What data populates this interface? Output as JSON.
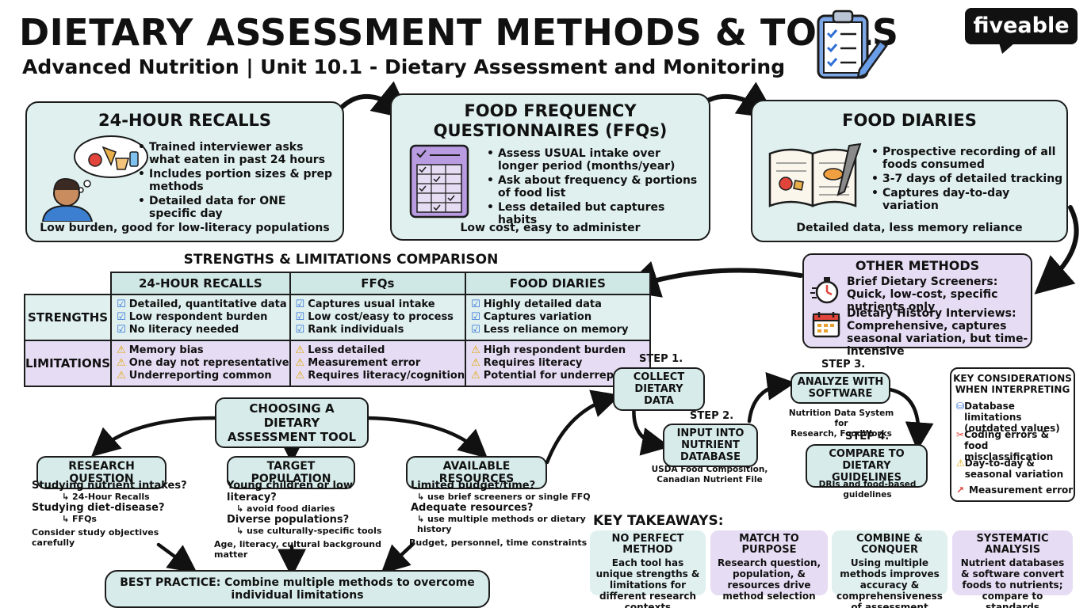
{
  "header": {
    "title": "DIETARY ASSESSMENT METHODS & TOOLS",
    "subtitle": "Advanced Nutrition | Unit 10.1 - Dietary Assessment and Monitoring",
    "brand": "fiveable",
    "icon": "clipboard-icon"
  },
  "methods": {
    "recalls": {
      "title": "24-HOUR RECALLS",
      "bullets": [
        "Trained interviewer asks what eaten in past 24 hours",
        "Includes portion sizes & prep methods",
        "Detailed data for ONE specific day"
      ],
      "footer": "Low burden, good for low-literacy populations"
    },
    "ffq": {
      "title_line1": "FOOD FREQUENCY",
      "title_line2": "QUESTIONNAIRES (FFQs)",
      "bullets": [
        "Assess USUAL intake over longer period (months/year)",
        "Ask about frequency & portions of food list",
        "Less detailed but captures habits"
      ],
      "footer": "Low cost, easy to administer"
    },
    "diaries": {
      "title": "FOOD DIARIES",
      "bullets": [
        "Prospective recording of all foods consumed",
        "3-7 days of detailed tracking",
        "Captures day-to-day variation"
      ],
      "footer": "Detailed data, less memory reliance"
    }
  },
  "other": {
    "title": "OTHER METHODS",
    "item1": "Brief Dietary Screeners: Quick, low-cost, specific nutrients only",
    "item2": "Dietary History Interviews: Comprehensive, captures seasonal variation, but time-intensive"
  },
  "comparison": {
    "title": "STRENGTHS & LIMITATIONS COMPARISON",
    "columns": [
      "24-HOUR RECALLS",
      "FFQs",
      "FOOD DIARIES"
    ],
    "strengths_label": "STRENGTHS",
    "limitations_label": "LIMITATIONS",
    "strengths": [
      [
        "Detailed, quantitative data",
        "Low respondent burden",
        "No literacy needed"
      ],
      [
        "Captures usual intake",
        "Low cost/easy to process",
        "Rank individuals"
      ],
      [
        "Highly detailed data",
        "Captures variation",
        "Less reliance on memory"
      ]
    ],
    "limitations": [
      [
        "Memory bias",
        "One day not representative",
        "Underreporting common"
      ],
      [
        "Less detailed",
        "Measurement error",
        "Requires literacy/cognition"
      ],
      [
        "High respondent burden",
        "Requires literacy",
        "Potential for underreporting"
      ]
    ]
  },
  "choosing": {
    "title_line1": "CHOOSING A DIETARY",
    "title_line2": "ASSESSMENT TOOL",
    "research": {
      "title": "RESEARCH QUESTION",
      "q1": "Studying nutrient intakes?",
      "a1": "24-Hour Recalls",
      "q2": "Studying diet-disease?",
      "a2": "FFQs",
      "note": "Consider study objectives carefully"
    },
    "population": {
      "title": "TARGET POPULATION",
      "q1": "Young children or low literacy?",
      "a1": "avoid food diaries",
      "q2": "Diverse populations?",
      "a2": "use culturally-specific tools",
      "note": "Age, literacy, cultural background matter"
    },
    "resources": {
      "title": "AVAILABLE RESOURCES",
      "q1": "Limited budget/time?",
      "a1": "use brief screeners or single FFQ",
      "q2": "Adequate resources?",
      "a2": "use multiple methods or dietary history",
      "note": "Budget, personnel, time constraints"
    },
    "best_practice": "BEST PRACTICE: Combine multiple methods to overcome individual limitations"
  },
  "steps": {
    "s1": {
      "label": "STEP 1.",
      "box_line1": "COLLECT",
      "box_line2": "DIETARY DATA"
    },
    "s2": {
      "label": "STEP 2.",
      "box_line1": "INPUT INTO",
      "box_line2": "NUTRIENT",
      "box_line3": "DATABASE",
      "note_line1": "USDA Food Composition,",
      "note_line2": "Canadian Nutrient File"
    },
    "s3": {
      "label": "STEP 3.",
      "box_line1": "ANALYZE WITH",
      "box_line2": "SOFTWARE",
      "note_line1": "Nutrition Data System for",
      "note_line2": "Research, FoodWorks"
    },
    "s4": {
      "label": "STEP 4.",
      "box_line1": "COMPARE TO",
      "box_line2": "DIETARY GUIDELINES",
      "note": "DRIs and food-based guidelines"
    }
  },
  "considerations": {
    "title_line1": "KEY CONSIDERATIONS",
    "title_line2": "WHEN INTERPRETING",
    "items": [
      "Database limitations (outdated values)",
      "Coding errors & food misclassification",
      "Day-to-day & seasonal variation",
      "Measurement error"
    ]
  },
  "takeaways": {
    "title": "KEY TAKEAWAYS:",
    "cards": [
      {
        "title": "NO PERFECT METHOD",
        "body": "Each tool has unique strengths & limitations for different research contexts"
      },
      {
        "title": "MATCH TO PURPOSE",
        "body": "Research question, population, & resources drive method selection"
      },
      {
        "title": "COMBINE & CONQUER",
        "body": "Using multiple methods improves accuracy & comprehensiveness of assessment"
      },
      {
        "title": "SYSTEMATIC ANALYSIS",
        "body": "Nutrient databases & software convert foods to nutrients; compare to standards"
      }
    ]
  },
  "colors": {
    "teal": "#dff0ee",
    "purple": "#e6dcf3",
    "ink": "#1c1c1c",
    "check_blue": "#2f6fd6",
    "warn": "#e0a800"
  }
}
